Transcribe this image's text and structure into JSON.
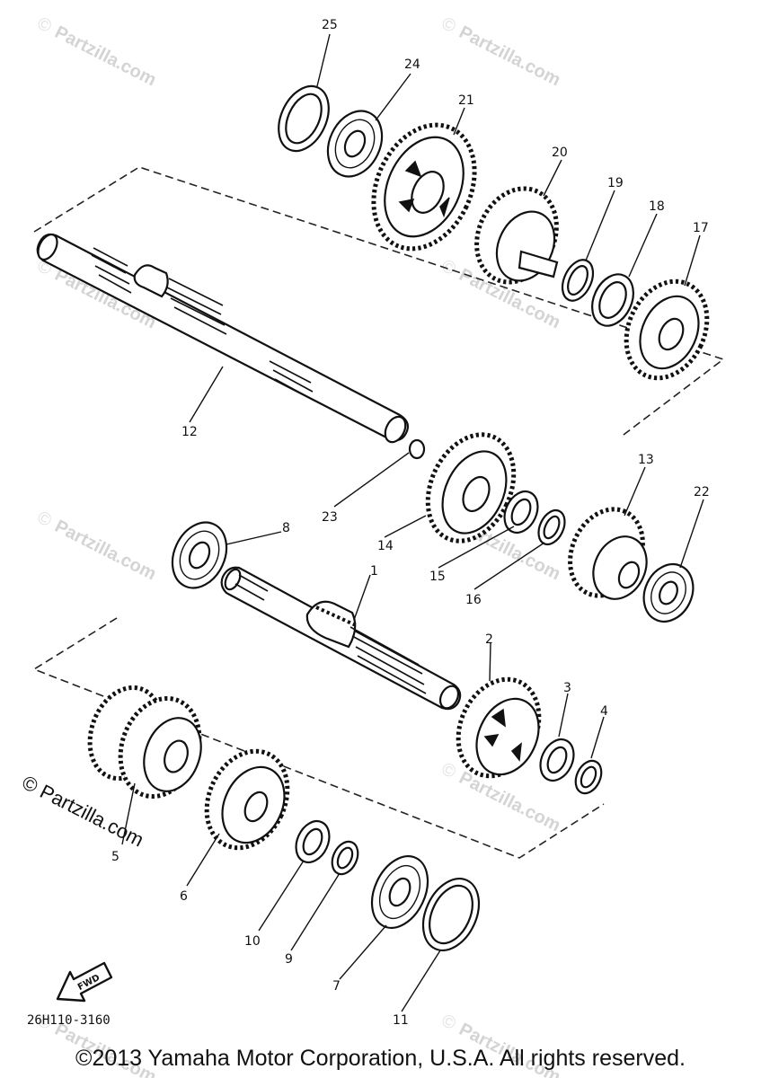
{
  "diagram": {
    "part_numbers": {
      "p1": "1",
      "p2": "2",
      "p3": "3",
      "p4": "4",
      "p5": "5",
      "p6": "6",
      "p7": "7",
      "p8": "8",
      "p9": "9",
      "p10": "10",
      "p11": "11",
      "p12": "12",
      "p13": "13",
      "p14": "14",
      "p15": "15",
      "p16": "16",
      "p17": "17",
      "p18": "18",
      "p19": "19",
      "p20": "20",
      "p21": "21",
      "p22": "22",
      "p23": "23",
      "p24": "24",
      "p25": "25"
    },
    "fwd_arrow_label": "FWD",
    "diagram_code": "26H110-3160"
  },
  "watermark": {
    "text": "Partzilla.com",
    "corner_text": "© Partzilla.com"
  },
  "footer": {
    "copyright": "©2013 Yamaha Motor Corporation, U.S.A. All rights reserved."
  }
}
